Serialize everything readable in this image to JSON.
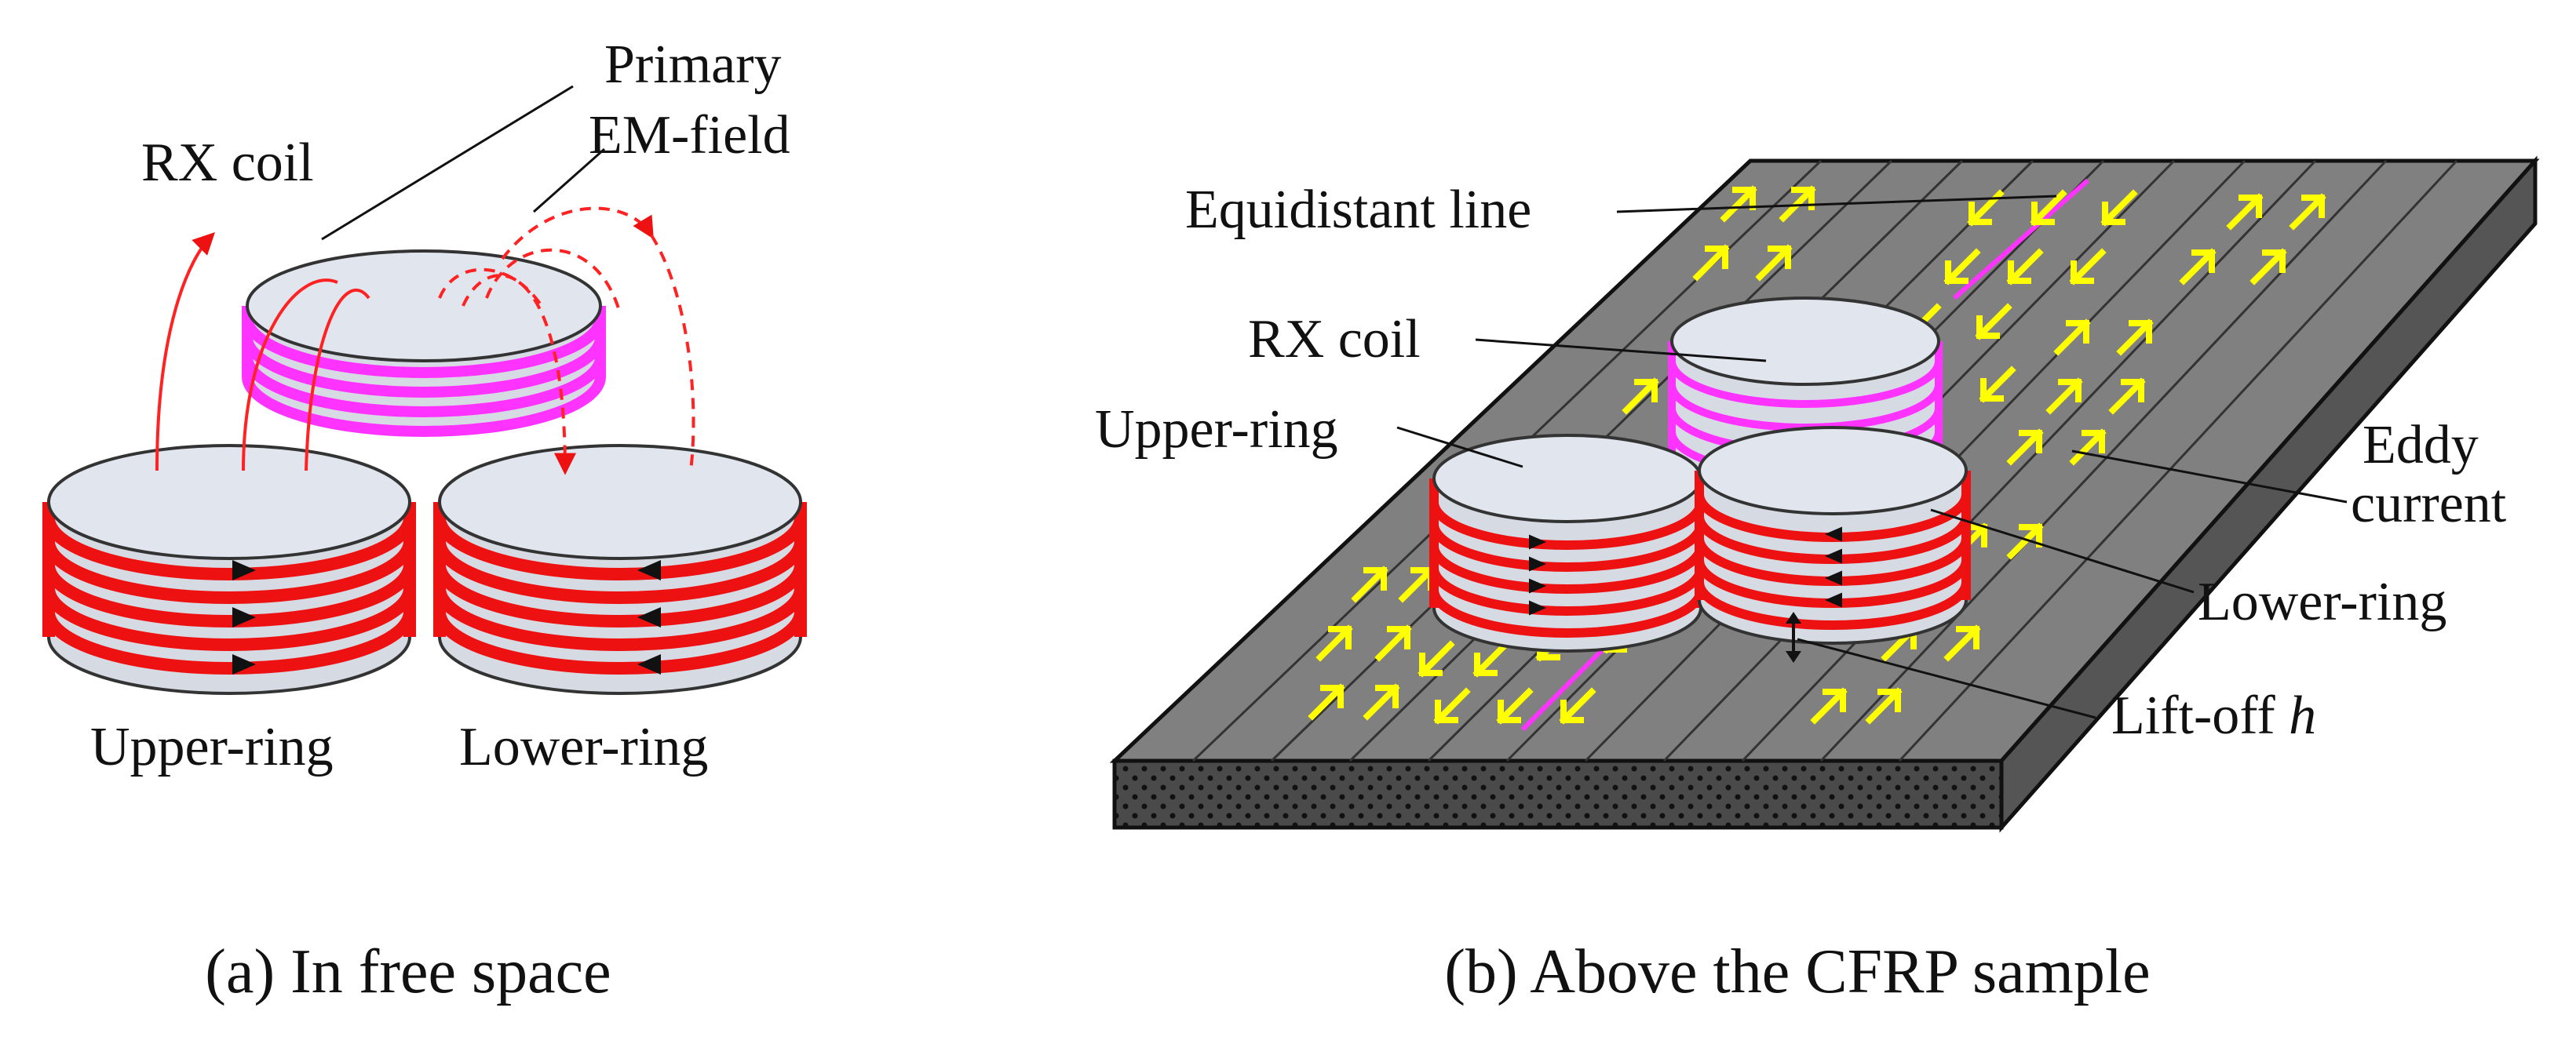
{
  "panel_a": {
    "labels": {
      "rx_coil": "RX coil",
      "primary_line1": "Primary",
      "primary_line2": "EM-field",
      "upper_ring": "Upper-ring",
      "lower_ring": "Lower-ring"
    },
    "caption": "(a) In free space"
  },
  "panel_b": {
    "labels": {
      "equidistant_line": "Equidistant line",
      "rx_coil": "RX coil",
      "upper_ring": "Upper-ring",
      "eddy_line1": "Eddy",
      "eddy_line2": "current",
      "lower_ring": "Lower-ring",
      "liftoff_text": "Lift-off ",
      "liftoff_symbol": "h"
    },
    "caption": "(b) Above the CFRP sample"
  },
  "colors": {
    "rx_coil": "#ff33ff",
    "tx_coil": "#ee1111",
    "field_lines": "#ff2222",
    "eddy_arrows": "#ffff00",
    "plate_top": "#808080",
    "plate_edge": "#555555",
    "coil_top": "#e1e6ee",
    "coil_side": "#d6dbe3"
  }
}
